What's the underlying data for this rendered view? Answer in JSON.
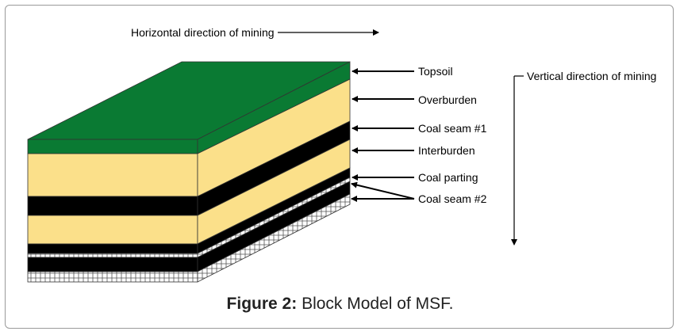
{
  "diagram": {
    "horizontal_label": "Horizontal direction of mining",
    "vertical_label": "Vertical direction of mining",
    "layers": {
      "topsoil": "Topsoil",
      "overburden": "Overburden",
      "coal_seam_1": "Coal seam #1",
      "interburden": "Interburden",
      "coal_parting": "Coal parting",
      "coal_seam_2": "Coal seam #2"
    },
    "colors": {
      "topsoil": "#0a7a33",
      "sand": "#fbe08a",
      "coal": "#000000",
      "floor": "#ffffff"
    }
  },
  "caption": {
    "prefix": "Figure 2:",
    "text": "Block Model of MSF."
  }
}
